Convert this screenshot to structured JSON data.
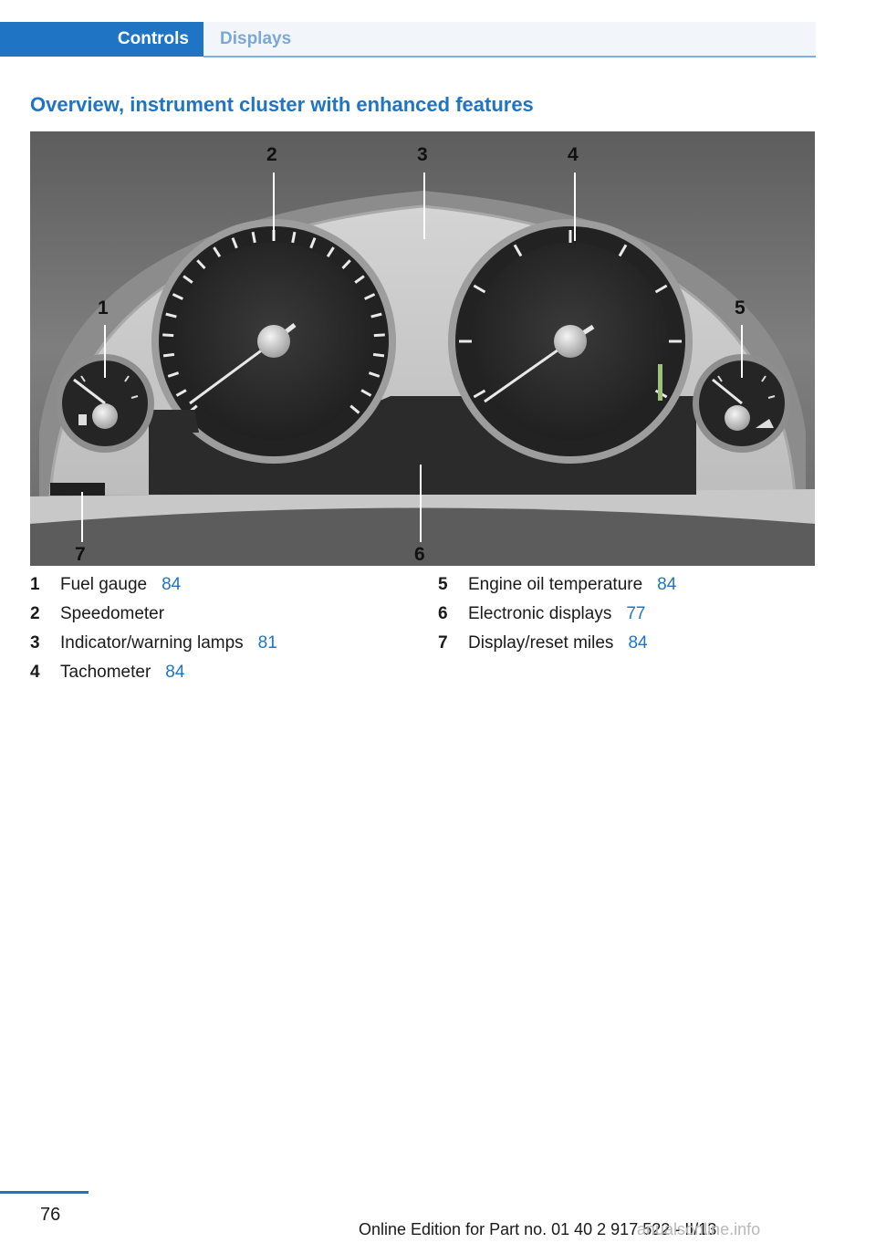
{
  "header": {
    "active_tab": "Controls",
    "inactive_tab": "Displays"
  },
  "section": {
    "title": "Overview, instrument cluster with enhanced features"
  },
  "figure": {
    "callouts": [
      "1",
      "2",
      "3",
      "4",
      "5",
      "6",
      "7"
    ]
  },
  "legend": {
    "left": [
      {
        "num": "1",
        "text": "Fuel gauge",
        "page": "84"
      },
      {
        "num": "2",
        "text": "Speedometer",
        "page": ""
      },
      {
        "num": "3",
        "text": "Indicator/warning lamps",
        "page": "81"
      },
      {
        "num": "4",
        "text": "Tachometer",
        "page": "84"
      }
    ],
    "right": [
      {
        "num": "5",
        "text": "Engine oil temperature",
        "page": "84"
      },
      {
        "num": "6",
        "text": "Electronic displays",
        "page": "77"
      },
      {
        "num": "7",
        "text": "Display/reset miles",
        "page": "84"
      }
    ]
  },
  "footer": {
    "page_number": "76",
    "edition": "Online Edition for Part no. 01 40 2 917 522 - II/13",
    "watermark": "anualsonline.info"
  }
}
